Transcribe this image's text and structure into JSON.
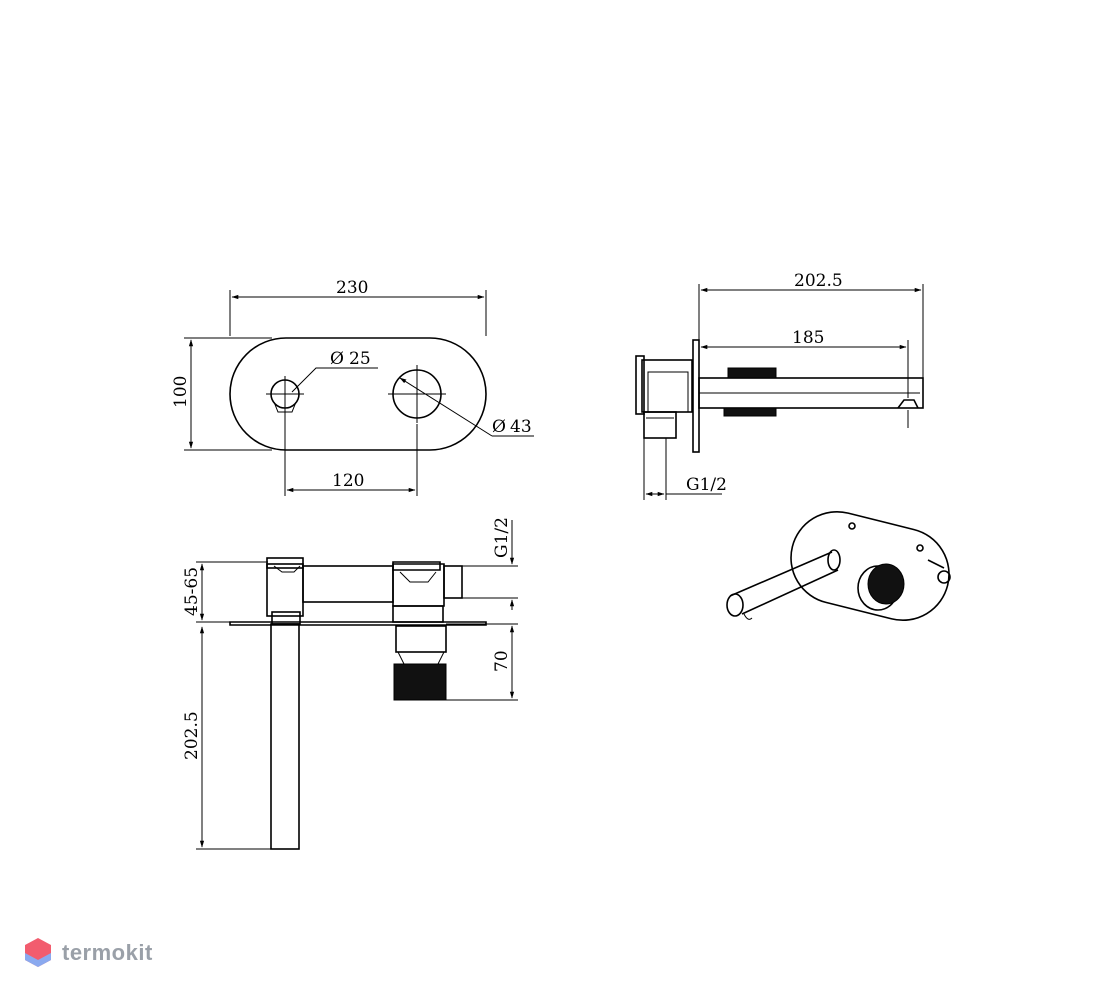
{
  "front_view": {
    "width_dim": "230",
    "height_dim": "100",
    "small_diameter": "25",
    "large_diameter": "43",
    "spacing_dim": "120"
  },
  "side_view": {
    "total_length_dim": "202.5",
    "spout_length_dim": "185",
    "thread_dim": "G1/2"
  },
  "top_view": {
    "depth_range_dim": "45-65",
    "spout_length_dim": "202.5",
    "thread_dim": "G1/2",
    "handle_depth_dim": "70"
  },
  "brand": {
    "name": "termokit",
    "colors": {
      "logo_top": "#f25c6e",
      "logo_bottom": "#8aa9ef",
      "text": "#9aa0a8"
    }
  },
  "symbols": {
    "diameter": "Ø"
  }
}
